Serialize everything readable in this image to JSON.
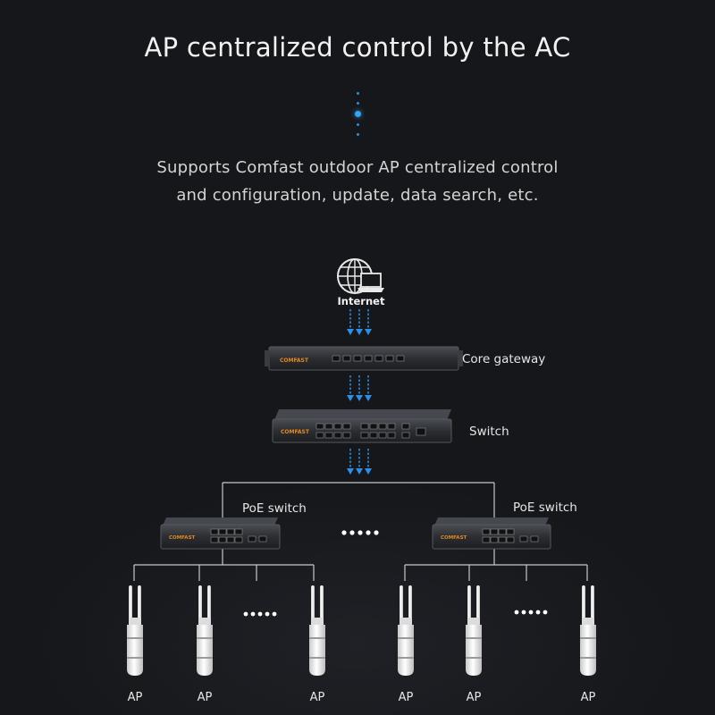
{
  "title": "AP centralized control by the AC",
  "subtitle_lines": [
    "Supports Comfast outdoor AP centralized control",
    "and configuration, update, data search, etc."
  ],
  "nodes": {
    "internet": "Internet",
    "core_gateway": "Core gateway",
    "switch": "Switch",
    "poe_switch_left": "PoE switch",
    "poe_switch_right": "PoE switch",
    "brand": "COMFAST"
  },
  "ap_label": "AP",
  "colors": {
    "background": "#16171b",
    "accent_blue": "#2f8fe6",
    "line": "#c8c8c8",
    "device_dark": "#2a2c30"
  },
  "icons": [
    "globe-icon",
    "laptop-icon",
    "dots-icon",
    "arrow-down-icon"
  ]
}
